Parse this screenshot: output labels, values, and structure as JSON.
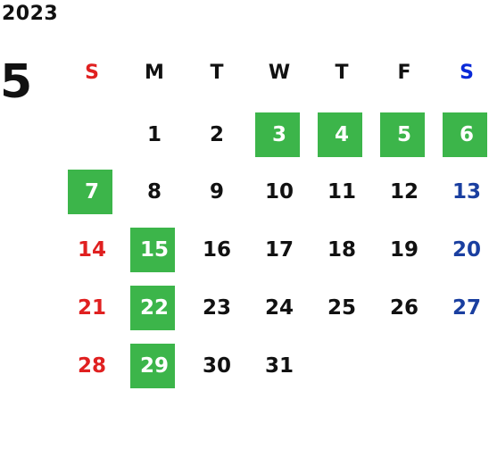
{
  "year": "2023",
  "month": "5",
  "colors": {
    "sunday": "#e02020",
    "saturday": "#1a3fa0",
    "saturday_header": "#0a2ad8",
    "weekday": "#111111",
    "highlight_bg": "#3cb54a",
    "highlight_text": "#ffffff"
  },
  "weekdays": [
    "S",
    "M",
    "T",
    "W",
    "T",
    "F",
    "S"
  ],
  "weeks": [
    [
      {
        "day": "",
        "hl": false
      },
      {
        "day": "1",
        "hl": false
      },
      {
        "day": "2",
        "hl": false
      },
      {
        "day": "3",
        "hl": true
      },
      {
        "day": "4",
        "hl": true
      },
      {
        "day": "5",
        "hl": true
      },
      {
        "day": "6",
        "hl": true
      }
    ],
    [
      {
        "day": "7",
        "hl": true
      },
      {
        "day": "8",
        "hl": false
      },
      {
        "day": "9",
        "hl": false
      },
      {
        "day": "10",
        "hl": false
      },
      {
        "day": "11",
        "hl": false
      },
      {
        "day": "12",
        "hl": false
      },
      {
        "day": "13",
        "hl": false
      }
    ],
    [
      {
        "day": "14",
        "hl": false
      },
      {
        "day": "15",
        "hl": true
      },
      {
        "day": "16",
        "hl": false
      },
      {
        "day": "17",
        "hl": false
      },
      {
        "day": "18",
        "hl": false
      },
      {
        "day": "19",
        "hl": false
      },
      {
        "day": "20",
        "hl": false
      }
    ],
    [
      {
        "day": "21",
        "hl": false
      },
      {
        "day": "22",
        "hl": true
      },
      {
        "day": "23",
        "hl": false
      },
      {
        "day": "24",
        "hl": false
      },
      {
        "day": "25",
        "hl": false
      },
      {
        "day": "26",
        "hl": false
      },
      {
        "day": "27",
        "hl": false
      }
    ],
    [
      {
        "day": "28",
        "hl": false
      },
      {
        "day": "29",
        "hl": true
      },
      {
        "day": "30",
        "hl": false
      },
      {
        "day": "31",
        "hl": false
      },
      {
        "day": "",
        "hl": false
      },
      {
        "day": "",
        "hl": false
      },
      {
        "day": "",
        "hl": false
      }
    ]
  ]
}
